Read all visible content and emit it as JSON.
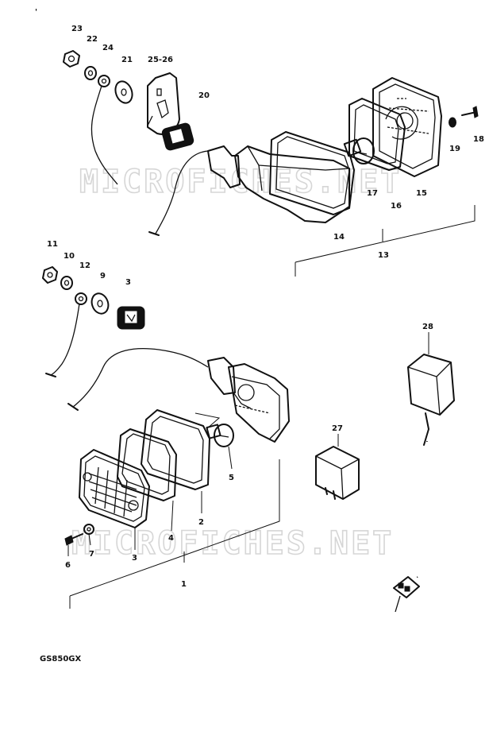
{
  "diagram": {
    "model_label": "GS850GX",
    "watermark": "MICROFICHES.NET",
    "corner_mark": "'",
    "part_numbers": {
      "p1": "1",
      "p2": "2",
      "p3a": "3",
      "p3b": "3",
      "p4": "4",
      "p5": "5",
      "p6": "6",
      "p7": "7",
      "p9": "9",
      "p10": "10",
      "p11": "11",
      "p12": "12",
      "p13": "13",
      "p14": "14",
      "p15": "15",
      "p16": "16",
      "p17": "17",
      "p18": "18",
      "p19": "19",
      "p20": "20",
      "p21": "21",
      "p22": "22",
      "p23": "23",
      "p24": "24",
      "p25_26": "25-26",
      "p27": "27",
      "p28": "28"
    }
  }
}
